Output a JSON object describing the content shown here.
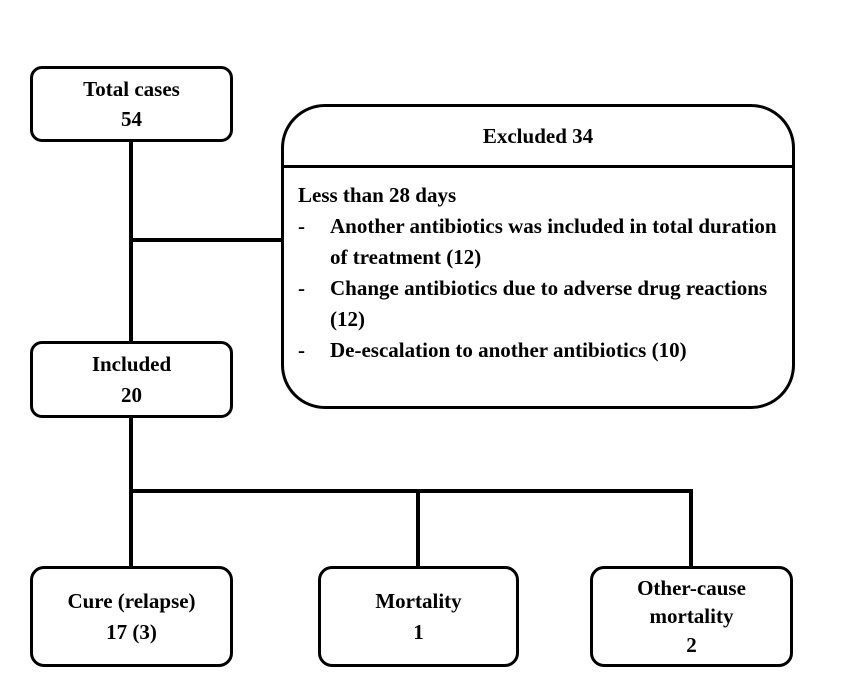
{
  "total": {
    "label": "Total cases",
    "count": "54"
  },
  "excluded": {
    "title": "Excluded 34",
    "heading": "Less than 28 days",
    "reasons": [
      "Another antibiotics was included in total duration of treatment (12)",
      "Change antibiotics due to adverse drug reactions (12)",
      "De-escalation to another antibiotics (10)"
    ],
    "bullet_marker": "-"
  },
  "included": {
    "label": "Included",
    "count": "20"
  },
  "outcomes": [
    {
      "label": "Cure (relapse)",
      "count": "17 (3)"
    },
    {
      "label": "Mortality",
      "count": "1"
    },
    {
      "label": "Other-cause mortality",
      "count": "2"
    }
  ]
}
